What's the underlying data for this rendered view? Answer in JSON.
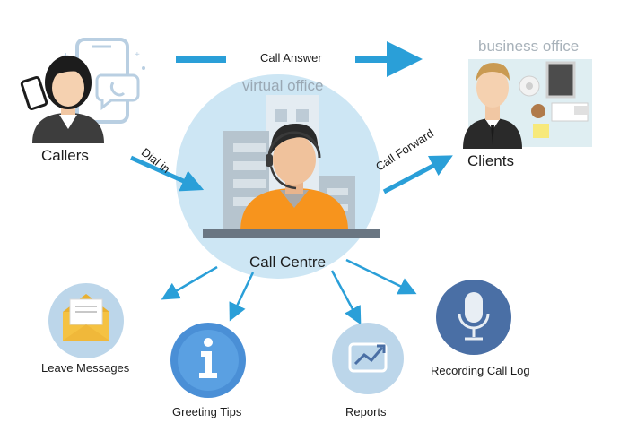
{
  "diagram": {
    "callers_label": "Callers",
    "clients_label": "Clients",
    "business_office_label": "business office",
    "virtual_office_label": "virtual office",
    "call_centre_label": "Call Centre",
    "call_answer_label": "Call Answer",
    "dial_in_label": "Dial in",
    "call_forward_label": "Call Forward",
    "features": [
      {
        "label": "Leave Messages",
        "icon": "envelope-icon"
      },
      {
        "label": "Greeting Tips",
        "icon": "info-icon"
      },
      {
        "label": "Reports",
        "icon": "chart-icon"
      },
      {
        "label": "Recording Call Log",
        "icon": "microphone-icon"
      }
    ]
  },
  "colors": {
    "arrow_blue": "#2a9fd8",
    "centre_circle": "#cde6f4",
    "agent_shirt": "#f7941d",
    "feature_circle_dark": "#4a6fa5",
    "feature_circle_light": "#bcd6ea"
  }
}
